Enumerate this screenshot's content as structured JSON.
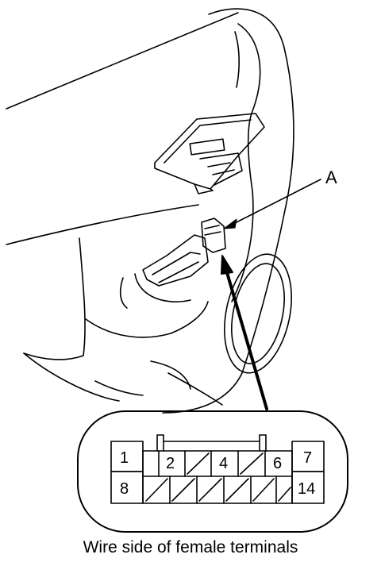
{
  "callout": {
    "label": "A"
  },
  "connector": {
    "pins_top": [
      "1",
      "2",
      "4",
      "6",
      "7"
    ],
    "pins_bottom": [
      "8",
      "14"
    ]
  },
  "caption": "Wire side of female terminals",
  "colors": {
    "line": "#000000",
    "background": "#ffffff"
  }
}
